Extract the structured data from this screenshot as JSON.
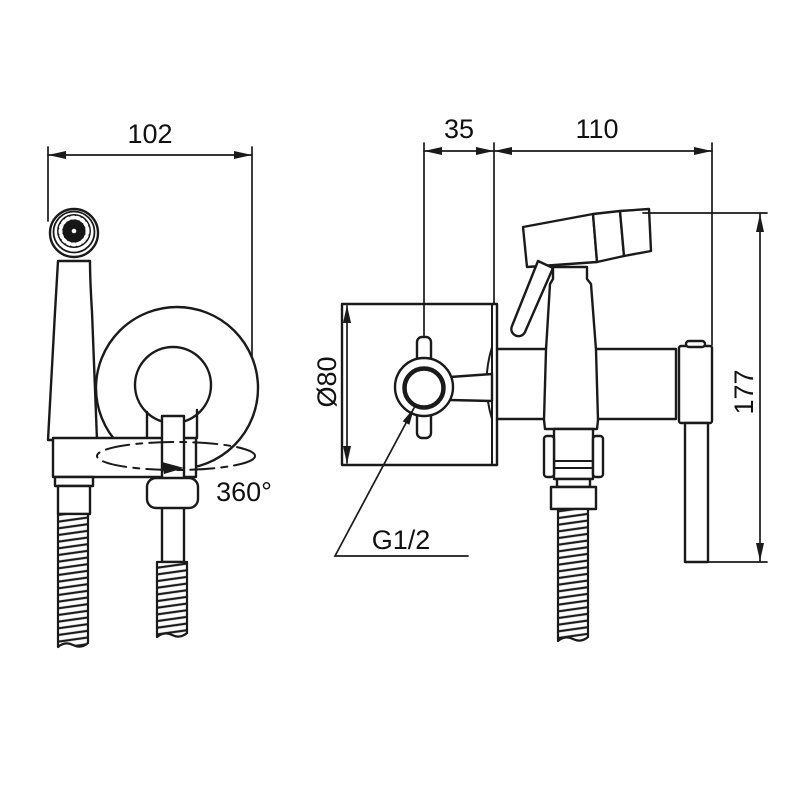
{
  "drawing": {
    "title": "bidet-sprayer-technical-drawing",
    "background": "#ffffff",
    "line_color": "#1a1a1a",
    "front_view": {
      "width_dim": "102",
      "rotation_label": "360°"
    },
    "side_view": {
      "depth_dim": "35",
      "arm_length_dim": "110",
      "plate_diameter_dim": "Ø80",
      "height_dim": "177",
      "thread_size_label": "G1/2"
    }
  }
}
